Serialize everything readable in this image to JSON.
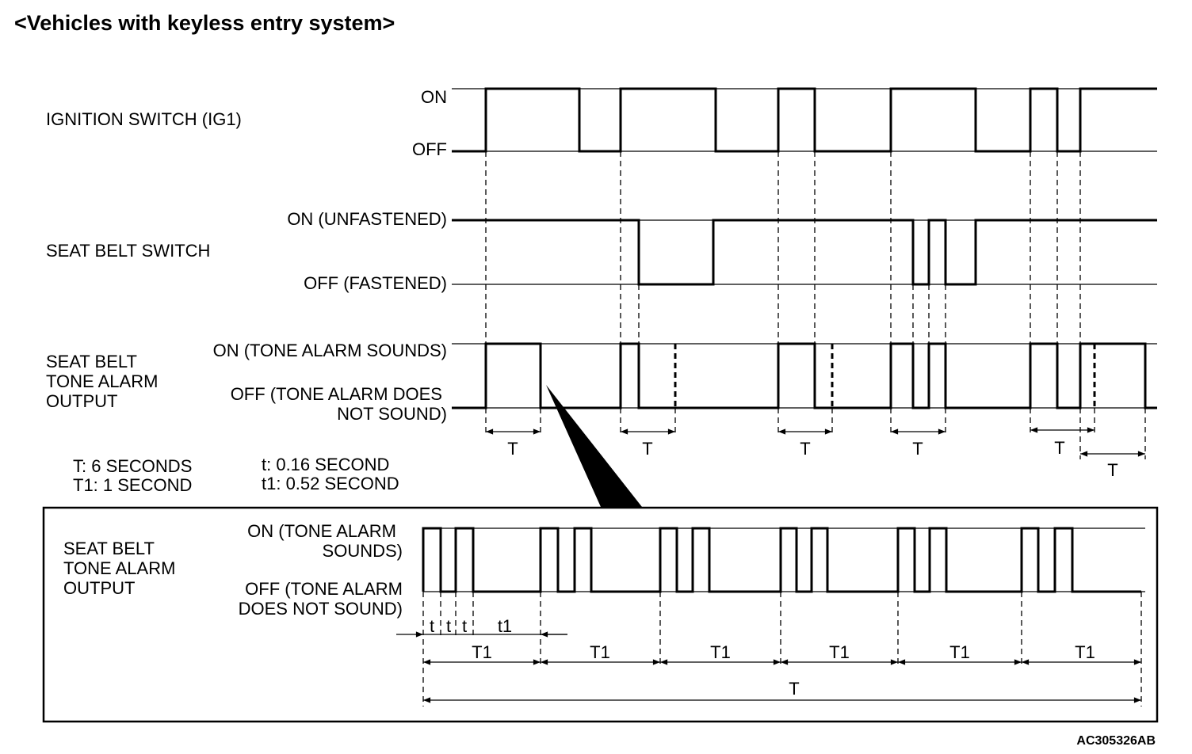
{
  "title": "<Vehicles with keyless entry system>",
  "rows": {
    "ignition": {
      "label": "IGNITION SWITCH (IG1)",
      "on": "ON",
      "off": "OFF"
    },
    "seatbelt": {
      "label": "SEAT BELT SWITCH",
      "on": "ON (UNFASTENED)",
      "off": "OFF (FASTENED)"
    },
    "alarm": {
      "label_lines": [
        "SEAT BELT",
        "TONE ALARM",
        "OUTPUT"
      ],
      "on": "ON (TONE ALARM SOUNDS)",
      "off_lines": [
        "OFF (TONE ALARM DOES",
        "NOT SOUND)"
      ]
    }
  },
  "legend": {
    "T": "T: 6 SECONDS",
    "T1": "T1: 1 SECOND",
    "t": "t: 0.16 SECOND",
    "t1": "t1: 0.52 SECOND"
  },
  "interval_T": "T",
  "detail": {
    "label_lines": [
      "SEAT BELT",
      "TONE ALARM",
      "OUTPUT"
    ],
    "on_lines": [
      "ON (TONE ALARM",
      "SOUNDS)"
    ],
    "off_lines": [
      "OFF (TONE ALARM",
      "DOES NOT SOUND)"
    ],
    "t": "t",
    "t1": "t1",
    "T1": "T1",
    "T": "T"
  },
  "code": "AC305326AB"
}
